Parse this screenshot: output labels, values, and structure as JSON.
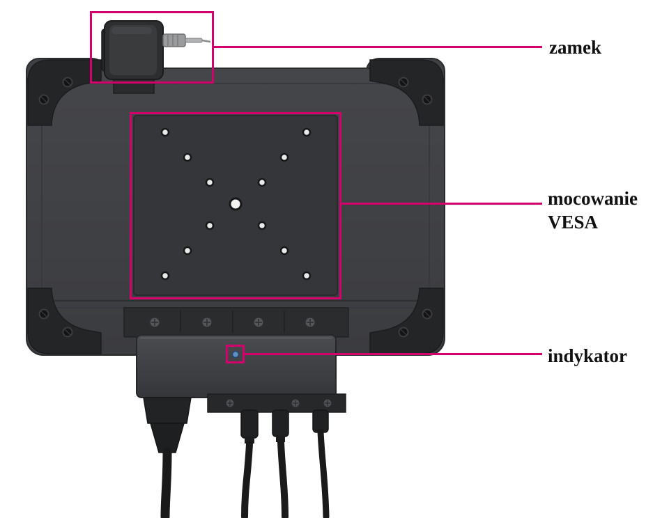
{
  "labels": {
    "lock": "zamek",
    "vesa": "mocowanie VESA",
    "indicator": "indykator"
  },
  "colors": {
    "callout": "#d4006b",
    "led": "#5e8ec2",
    "device_body": "#3f4043"
  }
}
